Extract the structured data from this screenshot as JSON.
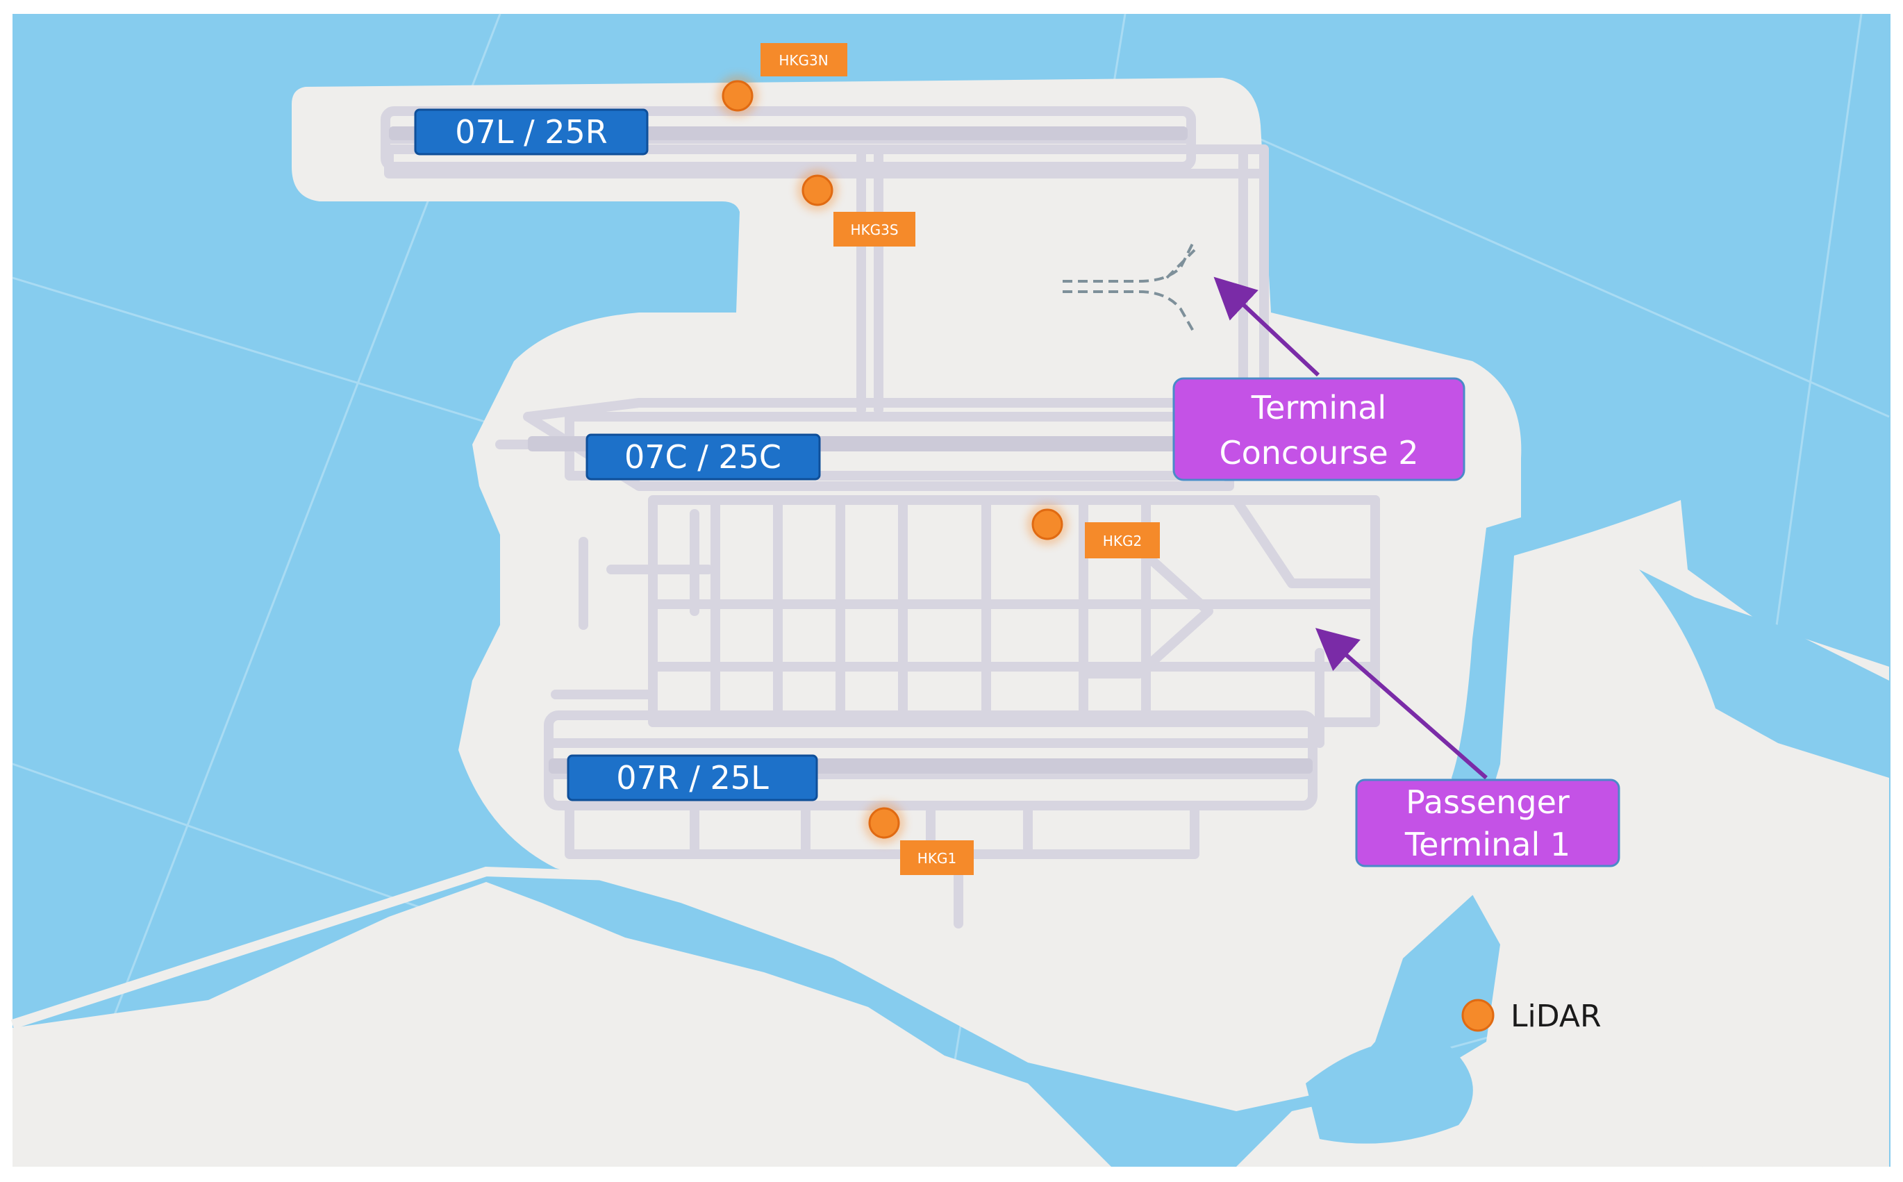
{
  "map": {
    "colors": {
      "water": "#86CCEE",
      "land": "#EFEEEC",
      "taxiway": "#D7D5E0",
      "runway_label_bg": "#1D71C9",
      "lidar": "#F58A2A",
      "station_label_bg": "#F58A2A",
      "terminal_bg": "#C452E6",
      "arrow": "#7A2BA7"
    },
    "runways": [
      {
        "id": "north",
        "label": "07L / 25R"
      },
      {
        "id": "center",
        "label": "07C / 25C"
      },
      {
        "id": "south",
        "label": "07R / 25L"
      }
    ],
    "lidar_stations": [
      {
        "id": "hkg3n",
        "label": "HKG3N"
      },
      {
        "id": "hkg3s",
        "label": "HKG3S"
      },
      {
        "id": "hkg2",
        "label": "HKG2"
      },
      {
        "id": "hkg1",
        "label": "HKG1"
      }
    ],
    "terminals": [
      {
        "id": "t2",
        "lines": [
          "Terminal",
          "Concourse 2"
        ]
      },
      {
        "id": "t1",
        "lines": [
          "Passenger",
          "Terminal 1"
        ]
      }
    ],
    "legend": {
      "icon": "lidar-marker-icon",
      "label": "LiDAR"
    }
  }
}
